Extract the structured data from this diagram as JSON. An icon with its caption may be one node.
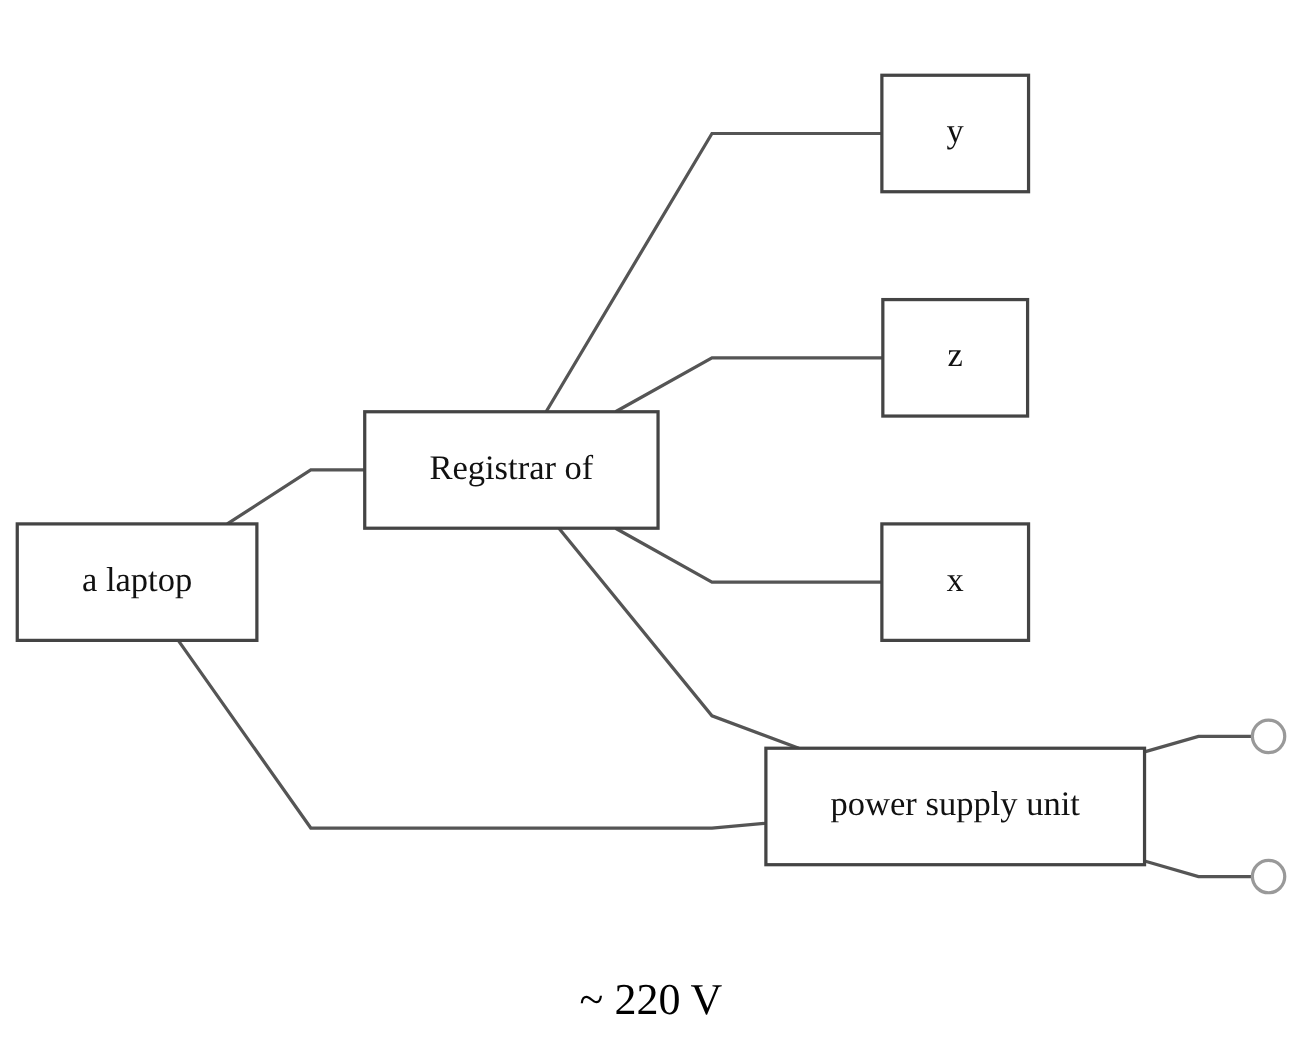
{
  "diagram": {
    "nodes": [
      {
        "text": [
          "a laptop"
        ]
      },
      {
        "text": [
          "Registrar of"
        ]
      },
      {
        "text": [
          "y"
        ]
      },
      {
        "text": [
          "z"
        ]
      },
      {
        "text": [
          "x"
        ]
      },
      {
        "text": [
          "power supply unit"
        ]
      },
      {
        "text": [],
        "shape": "circle"
      },
      {
        "text": [],
        "shape": "circle"
      }
    ],
    "edges": [
      {
        "from": 0,
        "to": 1,
        "arrow": "none"
      },
      {
        "from": 0,
        "to": 5,
        "arrow": "none"
      },
      {
        "from": 1,
        "to": 5,
        "arrow": "none"
      },
      {
        "from": 1,
        "to": 2,
        "arrow": "none"
      },
      {
        "from": 1,
        "to": 3,
        "arrow": "none"
      },
      {
        "from": 1,
        "to": 4,
        "arrow": "none"
      },
      {
        "from": 5,
        "to": 6,
        "arrow": "none"
      },
      {
        "from": 5,
        "to": 7,
        "arrow": "none"
      }
    ],
    "labels": [
      "~ 220 V"
    ]
  }
}
